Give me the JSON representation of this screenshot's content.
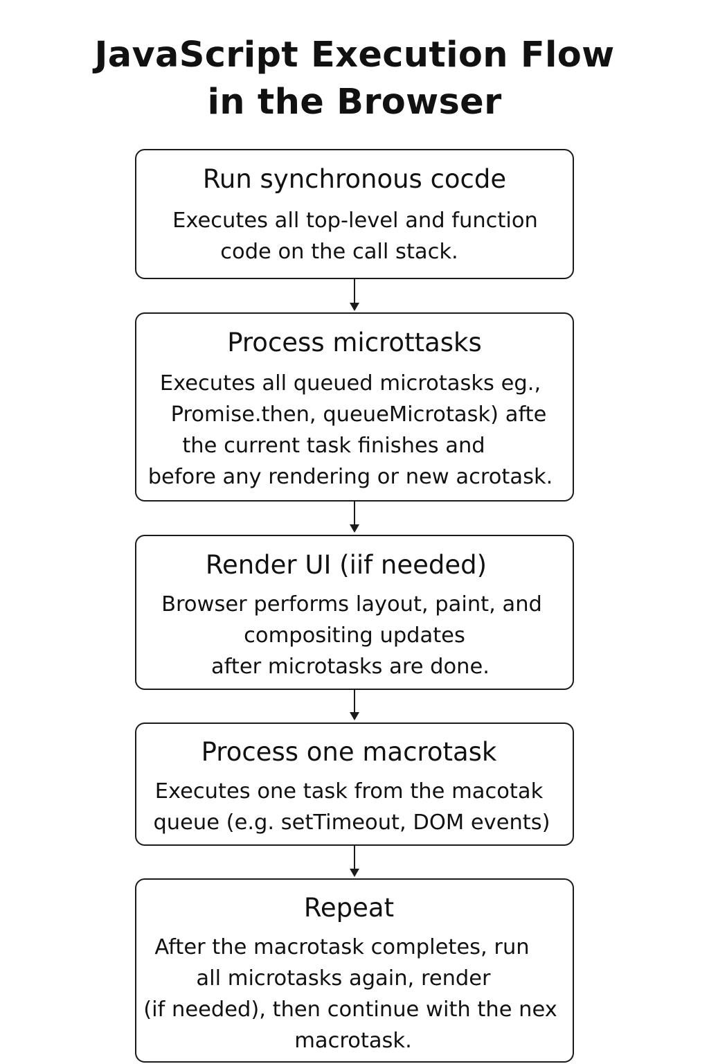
{
  "title": {
    "line1": "JavaScript Execution Flow",
    "line2": "in the Browser"
  },
  "steps": [
    {
      "heading": "Run synchronous cocde",
      "lines": [
        "Executes all top-level and function",
        "code on the call stack."
      ]
    },
    {
      "heading": "Process microttasks",
      "lines": [
        "Executes all queued microtasks eg.,",
        "Promise.then, queueMicrotask) afte",
        "the current task finishes and",
        "before any rendering or new acrotask."
      ]
    },
    {
      "heading": "Render UI (iif needed)",
      "lines": [
        "Browser performs layout, paint,  and",
        "compositing updates",
        "after microtasks are done."
      ]
    },
    {
      "heading": "Process one macrotask",
      "lines": [
        "Executes one task from the macotak",
        "queue (e.g. setTimeout, DOM events)"
      ]
    },
    {
      "heading": "Repeat",
      "lines": [
        "After the macrotask completes, run",
        "all microtasks again, render",
        "(if needed), then continue with the nex",
        "macrotask."
      ]
    }
  ]
}
